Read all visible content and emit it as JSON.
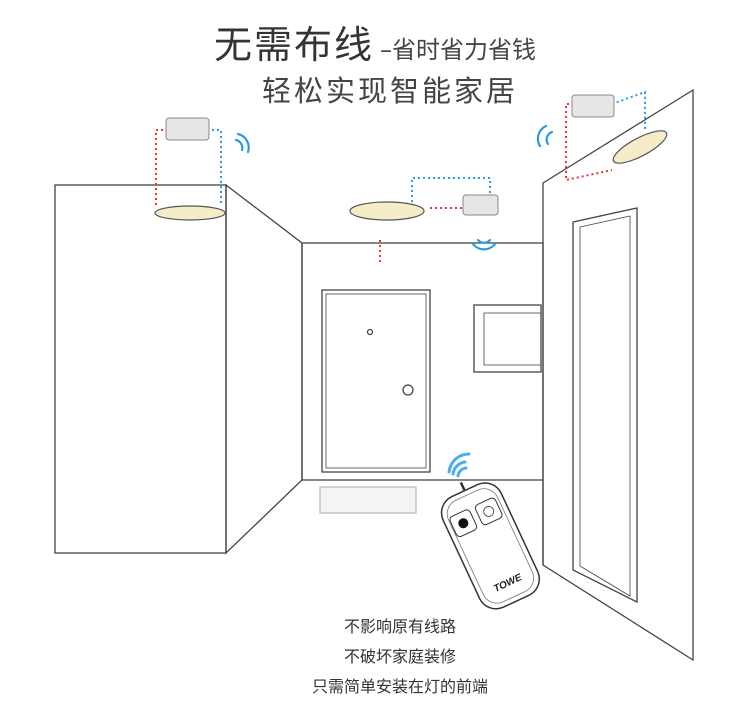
{
  "headline": {
    "main": "无需布线",
    "tagline": "–省时省力省钱"
  },
  "subtitle": "轻松实现智能家居",
  "features": [
    "不影响原有线路",
    "不破坏家庭装修",
    "只需简单安装在灯的前端"
  ],
  "remote_brand": "TOWE",
  "colors": {
    "live_wire": "#e8333a",
    "neutral_wire": "#2a9be0",
    "signal": "#3aa0f0",
    "lamp": "#f6ecc8",
    "line": "#444444"
  }
}
